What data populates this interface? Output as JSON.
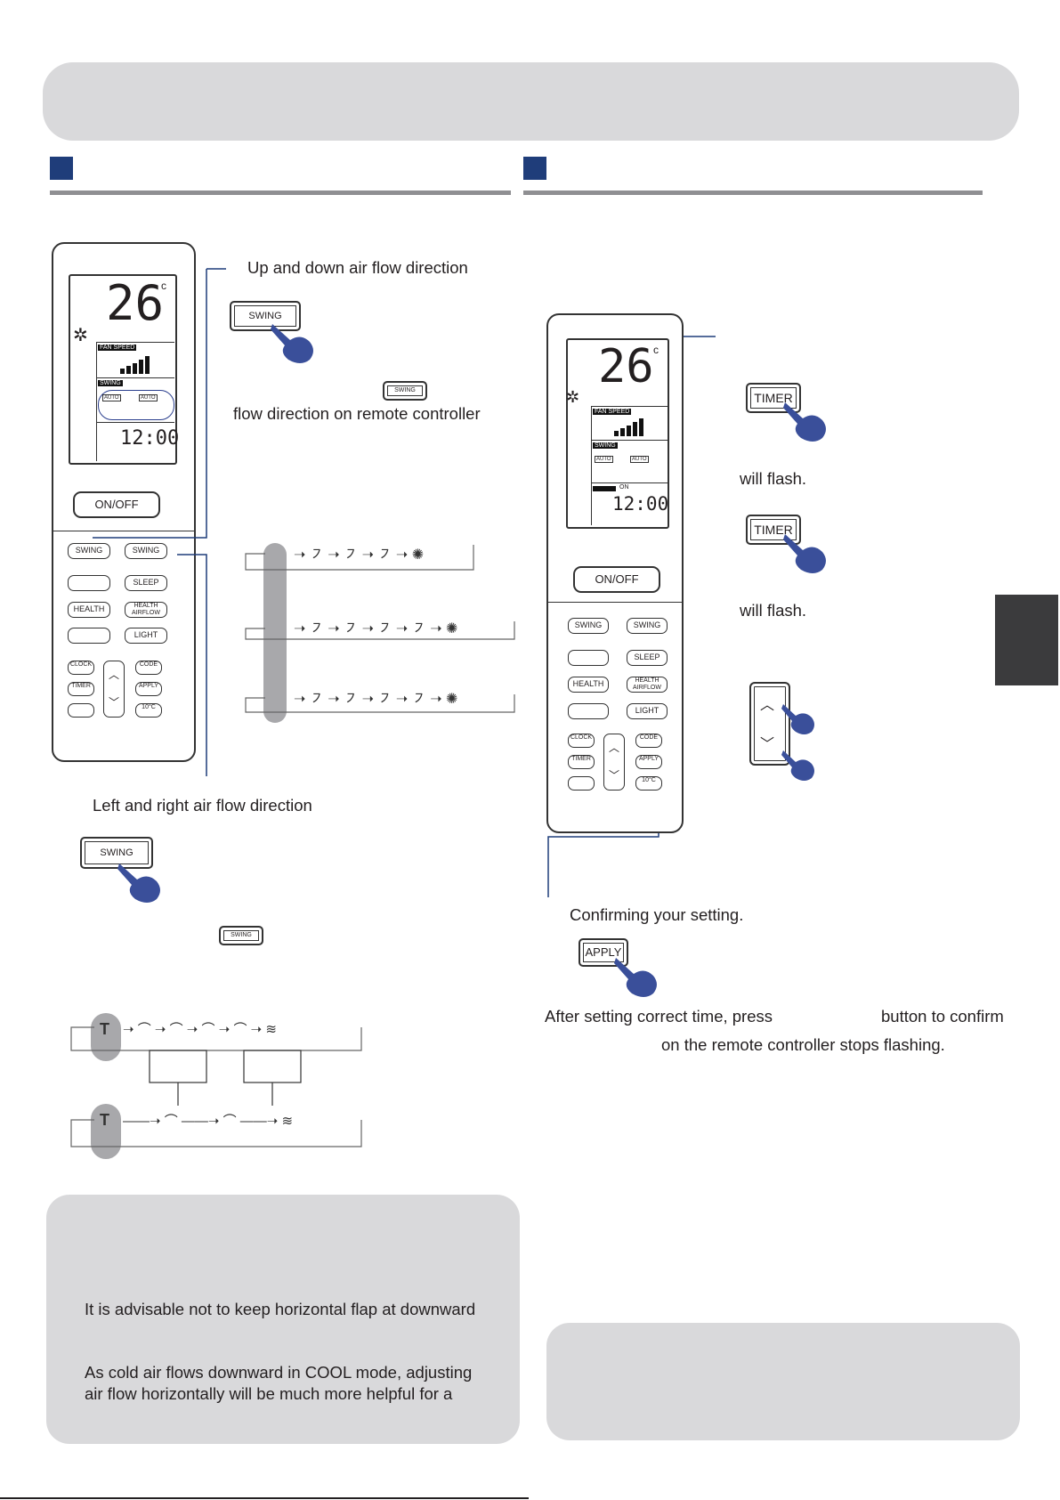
{
  "remote": {
    "display": {
      "temperature": "26",
      "temp_unit": "c",
      "fan_speed_label": "FAN SPEED",
      "swing_label": "SWING",
      "auto_label": "AUTO",
      "clock": "12:00",
      "timer_on_label": "ON"
    },
    "buttons": {
      "on_off": "ON/OFF",
      "swing": "SWING",
      "sleep": "SLEEP",
      "health": "HEALTH",
      "health_airflow": "HEALTH AIRFLOW",
      "light": "LIGHT",
      "clock": "CLOCK",
      "code": "CODE",
      "timer": "TIMER",
      "apply": "APPLY",
      "ten_c": "10°C"
    }
  },
  "left_section": {
    "updown_title": "Up and down air flow direction",
    "updown_text": "flow direction on remote controller",
    "leftright_title": "Left and right air flow direction",
    "note": {
      "line1": "It is advisable not to keep horizontal flap at downward",
      "line2": "As cold air flows downward in COOL mode, adjusting",
      "line3": "air flow horizontally will be much more helpful for a"
    }
  },
  "right_section": {
    "timer_button": "TIMER",
    "will_flash_1": "will flash.",
    "will_flash_2": "will flash.",
    "confirm_title": "Confirming your setting.",
    "apply_button": "APPLY",
    "confirm_text_1a": "After setting correct time, press",
    "confirm_text_1b": "button to confirm",
    "confirm_text_2": "on the remote controller stops flashing."
  },
  "colors": {
    "header_gray": "#d9d9db",
    "section_blue": "#1f3d7a",
    "leader_blue": "#1f3d7a",
    "hand_blue": "#3a4f9a",
    "dark_tab": "#3b3b3d"
  }
}
